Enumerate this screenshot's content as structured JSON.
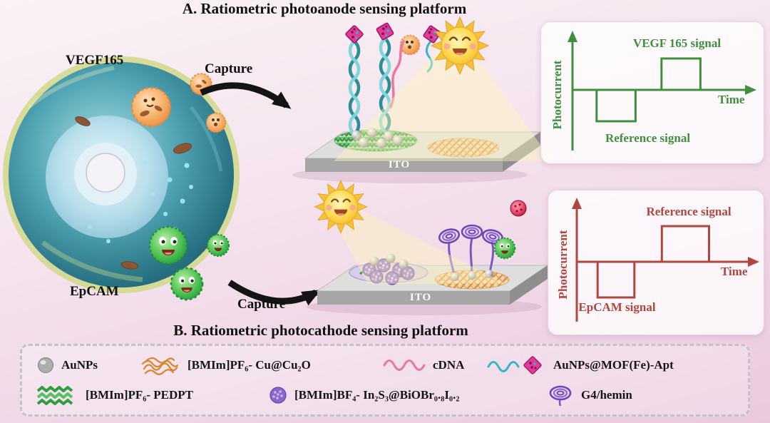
{
  "titles": {
    "panel_a": "A. Ratiometric photoanode sensing platform",
    "panel_b": "B. Ratiometric photocathode sensing platform"
  },
  "labels": {
    "vegf165": "VEGF165",
    "epcam": "EpCAM",
    "capture": "Capture",
    "ito": "ITO"
  },
  "charts": {
    "photoanode": {
      "type": "line",
      "ylabel": "Photocurrent",
      "xlabel": "Time",
      "positive_label": "VEGF 165 signal",
      "negative_label": "Reference signal",
      "color": "#3f8f3f",
      "waveform": [
        [
          0,
          0
        ],
        [
          1.3,
          0
        ],
        [
          1.3,
          -1
        ],
        [
          3.4,
          -1
        ],
        [
          3.4,
          0
        ],
        [
          4.8,
          0
        ],
        [
          4.8,
          1
        ],
        [
          6.9,
          1
        ],
        [
          6.9,
          0
        ],
        [
          9.6,
          0
        ]
      ]
    },
    "photocathode": {
      "type": "line",
      "ylabel": "Photocurrent",
      "xlabel": "Time",
      "positive_label": "Reference signal",
      "negative_label": "EpCAM signal",
      "color": "#b0463f",
      "waveform": [
        [
          0,
          0
        ],
        [
          1.1,
          0
        ],
        [
          1.1,
          -1
        ],
        [
          3.05,
          -1
        ],
        [
          3.05,
          0
        ],
        [
          4.5,
          0
        ],
        [
          4.5,
          1
        ],
        [
          7.0,
          1
        ],
        [
          7.0,
          0
        ],
        [
          9.4,
          0
        ]
      ]
    }
  },
  "legend": {
    "items": [
      {
        "icon": "gold-nanoparticle-icon",
        "label": "AuNPs"
      },
      {
        "icon": "copper-oxide-mesh-icon",
        "label": "[BMIm]PF₆- Cu@Cu₂O"
      },
      {
        "icon": "cdna-strand-icon",
        "label": "cDNA"
      },
      {
        "icon": "aunps-mof-apt-icon",
        "label": "AuNPs@MOF(Fe)-Apt"
      },
      {
        "icon": "pedpt-mesh-icon",
        "label": "[BMIm]PF₆- PEDPT"
      },
      {
        "icon": "indium-sulfide-flower-icon",
        "label": "[BMIm]BF₄- In₂S₃@BiOBr₀.₈I₀.₂"
      },
      {
        "icon": "g4-hemin-loop-icon",
        "label": "G4/hemin"
      }
    ]
  },
  "colors": {
    "background": "#f3dcea",
    "photoanode_accent": "#3f8f3f",
    "photocathode_accent": "#b0463f",
    "title_text": "#111111"
  }
}
